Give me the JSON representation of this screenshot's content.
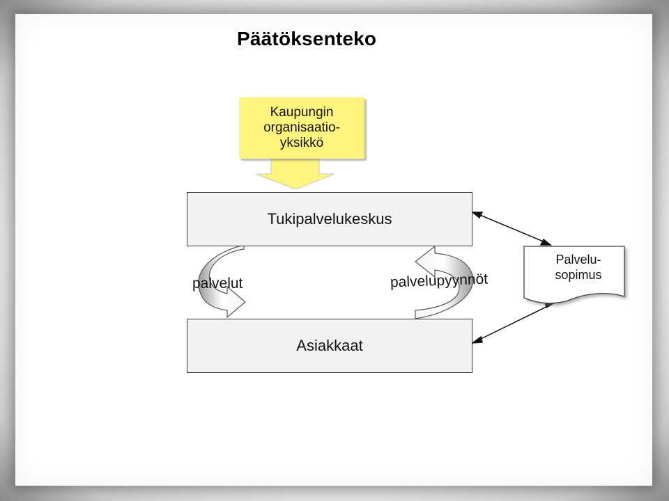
{
  "title": "Päätöksenteko",
  "unit": {
    "lines": [
      "Kaupungin",
      "organisaatio-",
      "yksikkö"
    ]
  },
  "support_center": "Tukipalvelukeskus",
  "customers": "Asiakkaat",
  "services_label": "palvelut",
  "requests_label": "palvelupyynnöt",
  "contract": {
    "lines": [
      "Palvelu-",
      "sopimus"
    ]
  },
  "colors": {
    "unit_fill": "#fff47d",
    "arrow_fill": "#fff47d",
    "box_fill": "#f2f2f2",
    "curved_arrow_fill": "#ffffff"
  }
}
